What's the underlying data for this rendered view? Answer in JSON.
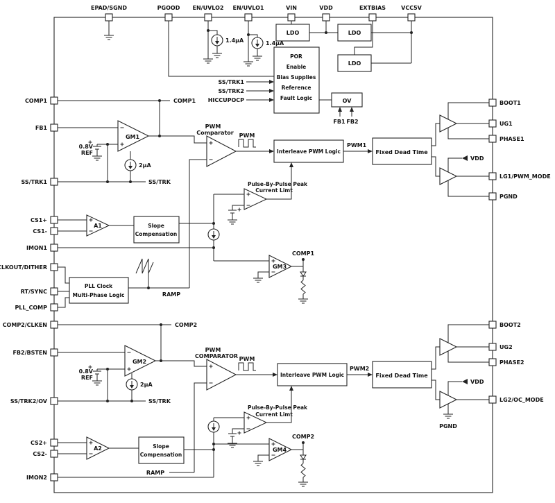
{
  "pins": {
    "top": [
      "EPAD/SGND",
      "PGOOD",
      "EN/UVLO2",
      "EN/UVLO1",
      "VIN",
      "VDD",
      "EXTBIAS",
      "VCC5V"
    ],
    "left": [
      "COMP1",
      "FB1",
      "SS/TRK1",
      "CS1+",
      "CS1-",
      "IMON1",
      "CLKOUT/DITHER",
      "RT/SYNC",
      "PLL_COMP",
      "COMP2/CLKEN",
      "FB2/BSTEN",
      "SS/TRK2/OV",
      "CS2+",
      "CS2-",
      "IMON2"
    ],
    "right": [
      "BOOT1",
      "UG1",
      "PHASE1",
      "LG1/PWM_MODE",
      "PGND",
      "BOOT2",
      "UG2",
      "PHASE2",
      "LG2/OC_MODE"
    ]
  },
  "blocks": {
    "ldo": "LDO",
    "por_lines": [
      "POR",
      "Enable",
      "Bias Supplies",
      "Reference",
      "Fault Logic"
    ],
    "por_inputs": [
      "SS/TRK1",
      "SS/TRK2",
      "HICCUPOCP"
    ],
    "ov": "OV",
    "fb1": "FB1",
    "fb2": "FB2",
    "gm1": "GM1",
    "gm2": "GM2",
    "gm3": "GM3",
    "gm4": "GM4",
    "a1": "A1",
    "a2": "A2",
    "pwmcomp1": [
      "PWM",
      "Comparator"
    ],
    "pwmcomp2": [
      "PWM",
      "COMPARATOR"
    ],
    "interleave": "Interleave PWM Logic",
    "fdt": "Fixed Dead Time",
    "pbp": [
      "Pulse-By-Pulse Peak",
      "Current Limt"
    ],
    "slope": [
      "Slope",
      "Compensation"
    ],
    "pll": [
      "PLL Clock",
      "Multi-Phase Logic"
    ]
  },
  "nets": {
    "comp1": "COMP1",
    "comp2": "COMP2",
    "sstrk": "SS/TRK",
    "ramp": "RAMP",
    "pwm": "PWM",
    "pwm1": "PWM1",
    "pwm2": "PWM2",
    "vdd": "VDD",
    "pgnd": "PGND"
  },
  "values": {
    "i_en": "1.4µA",
    "i_ss": "2µA",
    "vref": [
      "0.8V",
      "REF"
    ]
  }
}
